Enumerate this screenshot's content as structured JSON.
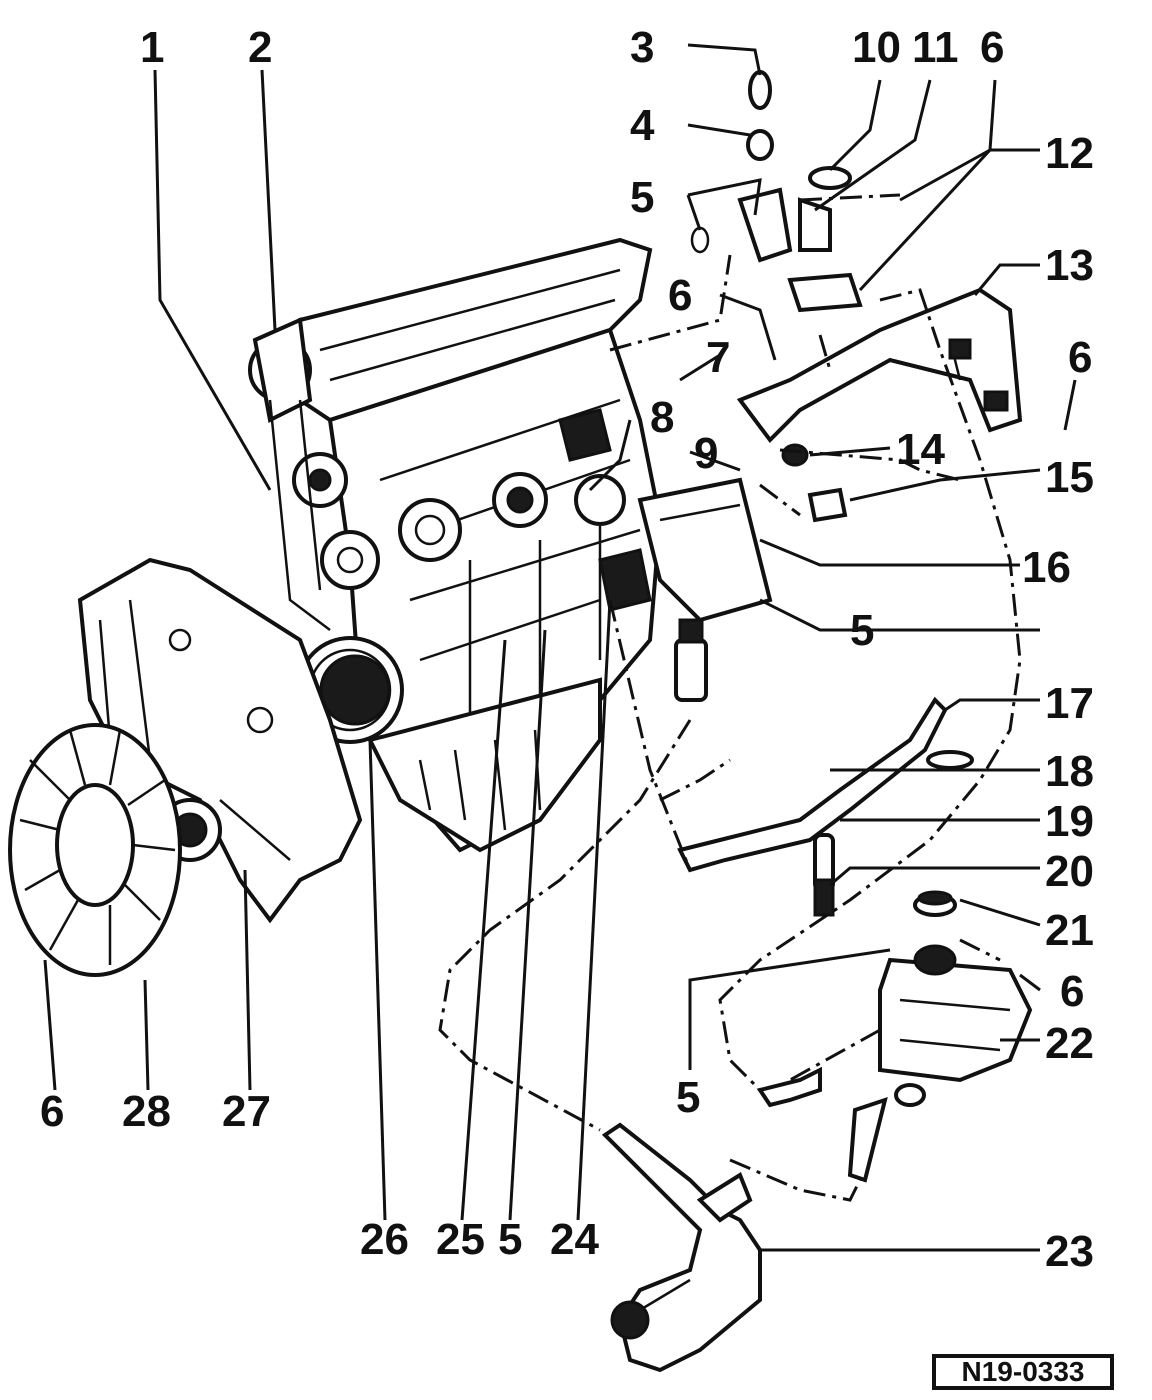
{
  "reference_code": "N19-0333",
  "callouts": {
    "c1": "1",
    "c2": "2",
    "c3": "3",
    "c4": "4",
    "c5a": "5",
    "c10": "10",
    "c11": "11",
    "c6a": "6",
    "c12": "12",
    "c13": "13",
    "c6b": "6",
    "c7": "7",
    "c6c": "6",
    "c8": "8",
    "c9": "9",
    "c14": "14",
    "c15": "15",
    "c16": "16",
    "c5b": "5",
    "c17": "17",
    "c18": "18",
    "c19": "19",
    "c20": "20",
    "c21": "21",
    "c6d": "6",
    "c22": "22",
    "c5c": "5",
    "c23": "23",
    "c26": "26",
    "c25": "25",
    "c5d": "5",
    "c24": "24",
    "c6e": "6",
    "c28": "28",
    "c27": "27"
  }
}
